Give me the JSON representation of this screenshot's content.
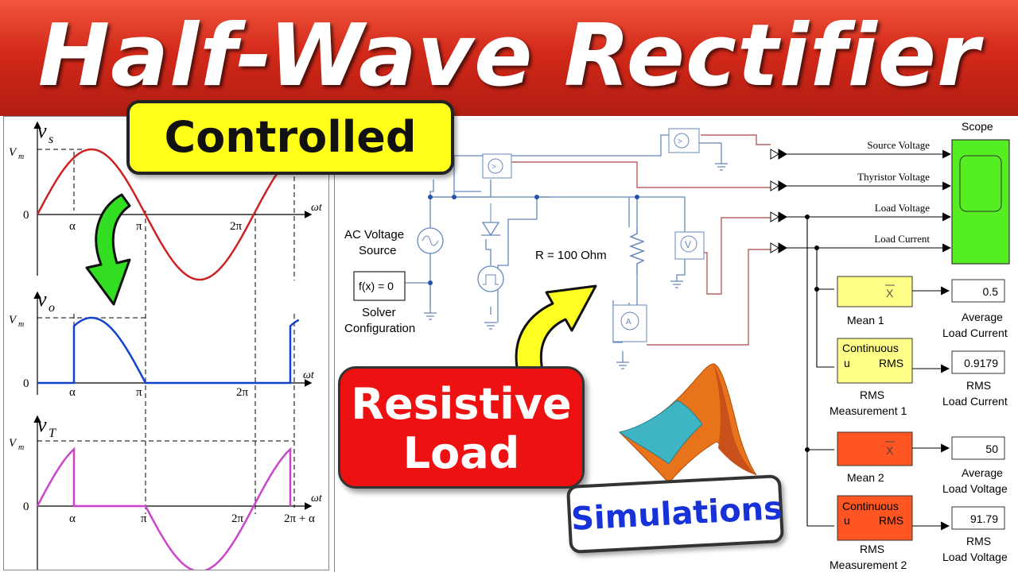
{
  "title": "Half-Wave Rectifier",
  "callouts": {
    "controlled": "Controlled",
    "resistive_line1": "Resistive",
    "resistive_line2": "Load",
    "simulations": "Simulations"
  },
  "waveforms": {
    "vs_label": "v",
    "vs_sub": "s",
    "vo_label": "v",
    "vo_sub": "o",
    "vt_label": "v",
    "vt_sub": "T",
    "vm": "V",
    "vm_sub": "m",
    "zero": "0",
    "omega_t": "ωt",
    "alpha": "α",
    "pi": "π",
    "two_pi": "2π",
    "two_pi_alpha": "2π + α"
  },
  "simulink": {
    "scope_title": "Scope",
    "signals": [
      "Source Voltage",
      "Thyristor Voltage",
      "Load Voltage",
      "Load Current"
    ],
    "ac_source_line1": "AC Voltage",
    "ac_source_line2": "Source",
    "solver_block": "f(x) = 0",
    "solver_line1": "Solver",
    "solver_line2": "Configuration",
    "resistor_label": "R = 100 Ohm",
    "mean_symbol": "X",
    "rms_line1": "Continuous",
    "rms_u": "u",
    "rms_rms": "RMS",
    "blocks": [
      {
        "label": "Mean 1",
        "display": "0.5",
        "display_line1": "Average",
        "display_line2": "Load Current"
      },
      {
        "label_line1": "RMS",
        "label_line2": "Measurement 1",
        "display": "0.9179",
        "display_line1": "RMS",
        "display_line2": "Load Current"
      },
      {
        "label": "Mean 2",
        "display": "50",
        "display_line1": "Average",
        "display_line2": "Load Voltage"
      },
      {
        "label_line1": "RMS",
        "label_line2": "Measurement 2",
        "display": "91.79",
        "display_line1": "RMS",
        "display_line2": "Load Voltage"
      }
    ]
  },
  "colors": {
    "vs_wave": "#cc2222",
    "vo_wave": "#1144cc",
    "vt_wave": "#cc44cc",
    "scope": "#55ee22",
    "mean1": "#ffff88",
    "rms1": "#ffff88",
    "mean2": "#ff5522",
    "rms2": "#ff5522"
  }
}
